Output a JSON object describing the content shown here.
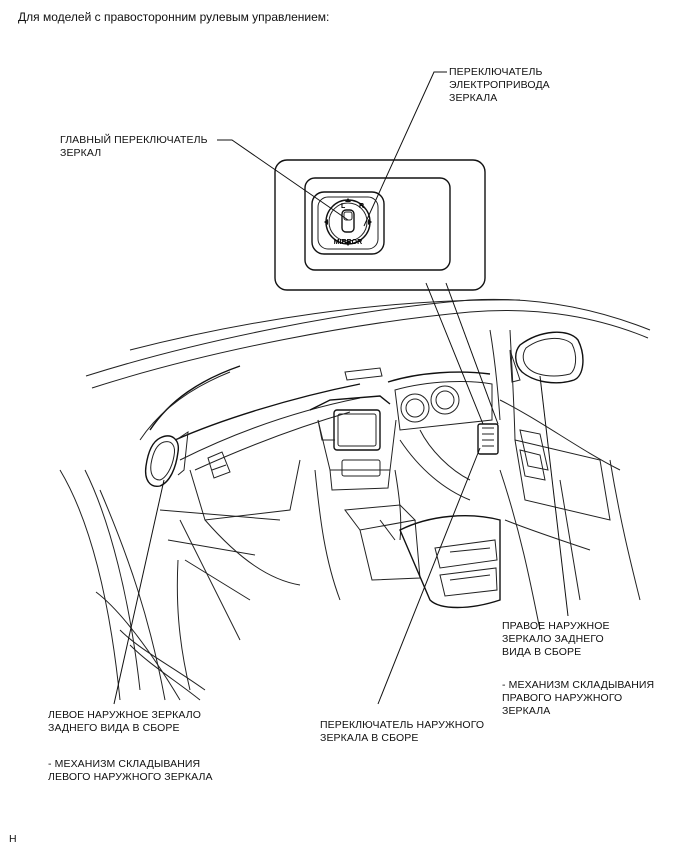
{
  "header": "Для моделей с правосторонним рулевым управлением:",
  "labels": {
    "mirror_switch_unit": "ПЕРЕКЛЮЧАТЕЛЬ\nЭЛЕКТРОПРИВОДА\nЗЕРКАЛА",
    "main_switch": "ГЛАВНЫЙ ПЕРЕКЛЮЧАТЕЛЬ\nЗЕРКАЛ",
    "right_mirror": "ПРАВОЕ НАРУЖНОЕ\nЗЕРКАЛО ЗАДНЕГО\nВИДА В СБОРЕ",
    "right_fold": "- МЕХАНИЗМ СКЛАДЫВАНИЯ\nПРАВОГО НАРУЖНОГО\nЗЕРКАЛА",
    "outer_switch_assy": "ПЕРЕКЛЮЧАТЕЛЬ НАРУЖНОГО\nЗЕРКАЛА В СБОРЕ",
    "left_mirror": "ЛЕВОЕ НАРУЖНОЕ ЗЕРКАЛО\nЗАДНЕГО ВИДА В СБОРЕ",
    "left_fold": "- МЕХАНИЗМ СКЛАДЫВАНИЯ\nЛЕВОГО НАРУЖНОГО ЗЕРКАЛА"
  },
  "switch_face": {
    "left_letter": "L",
    "right_letter": "R",
    "name": "MIRROR"
  },
  "footer_mark": "H"
}
